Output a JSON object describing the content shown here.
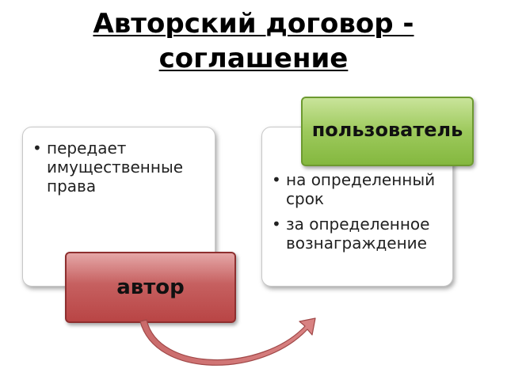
{
  "title": {
    "line1": "Авторский договор -",
    "line2": "соглашение"
  },
  "left_panel": {
    "bullets": [
      "передает имущественные права"
    ]
  },
  "right_panel": {
    "bullets": [
      "на определенный срок",
      "за определенное вознаграждение"
    ]
  },
  "author_badge": {
    "label": "автор"
  },
  "user_badge": {
    "label": "пользователь"
  },
  "colors": {
    "author_fill": "#c66060",
    "user_fill": "#9dc95c",
    "arrow_fill": "#c86565"
  },
  "icons": {
    "arrow": "curved-arrow-icon"
  }
}
